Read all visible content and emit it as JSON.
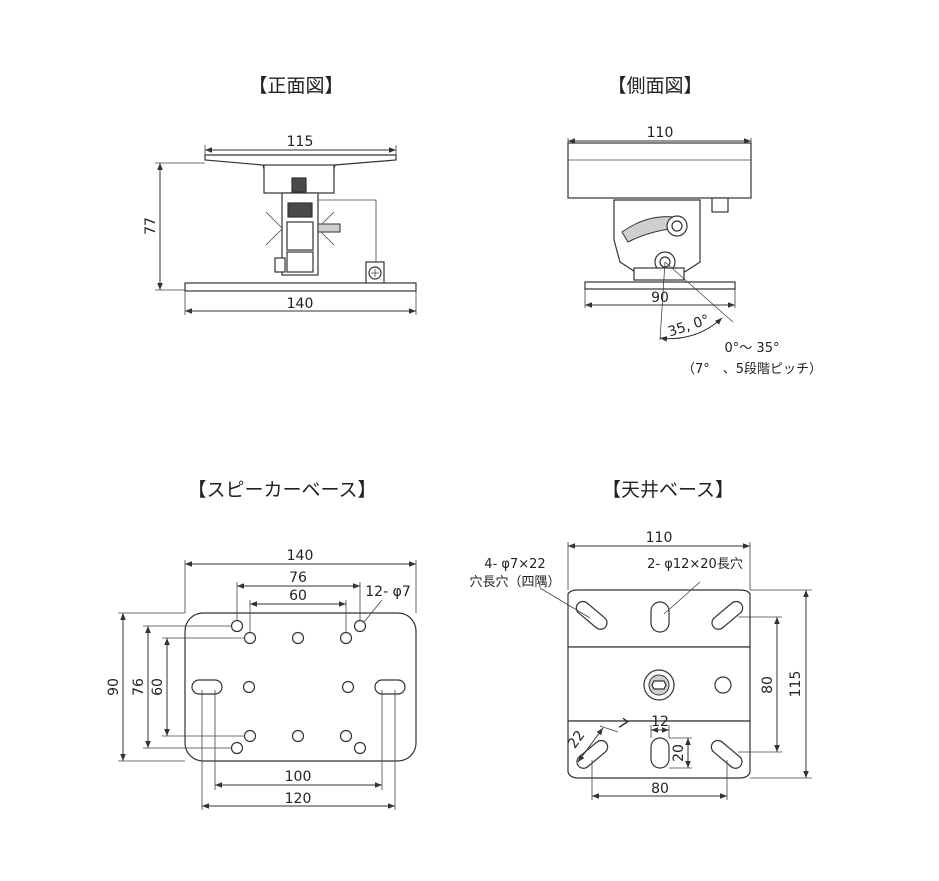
{
  "views": {
    "front": {
      "title": "【正面図】",
      "dims": {
        "top_width": "115",
        "height": "77",
        "base_width": "140"
      }
    },
    "side": {
      "title": "【側面図】",
      "dims": {
        "top_width": "110",
        "base_width": "90",
        "angle": "35, 0°"
      },
      "notes": {
        "range": "0°～ 35°",
        "step": "（7°　、5段階ピッチ）"
      }
    },
    "speaker_base": {
      "title": "【スピーカーベース】",
      "dims": {
        "w140": "140",
        "w76": "76",
        "w60": "60",
        "holes": "12- φ7",
        "h90": "90",
        "h76": "76",
        "h60": "60",
        "w100": "100",
        "w120": "120"
      }
    },
    "ceiling_base": {
      "title": "【天井ベース】",
      "dims": {
        "w110": "110",
        "slot_corner_1": "4- φ7×22",
        "slot_corner_2": "穴長穴（四隅）",
        "slot_center": "2- φ12×20長穴",
        "h80": "80",
        "h115": "115",
        "w12": "12",
        "h20": "20",
        "w22": "22",
        "w7": "7",
        "w80": "80"
      }
    }
  }
}
